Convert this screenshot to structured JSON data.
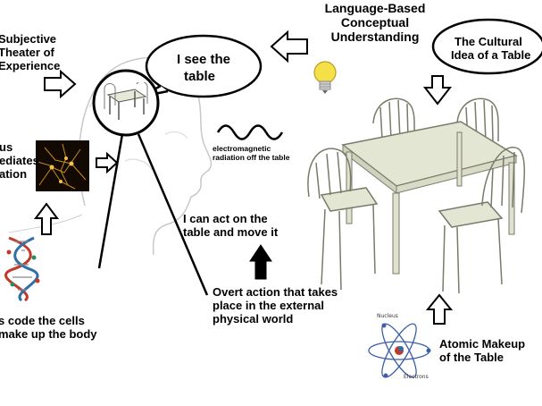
{
  "labels": {
    "subjective_theater": [
      "Subjective",
      "Theater of",
      "Experience"
    ],
    "language_based": [
      "Language-Based",
      "Conceptual",
      "Understanding"
    ],
    "cultural_idea": [
      "The Cultural",
      "Idea of a Table"
    ],
    "speech_bubble": [
      "I see the",
      "table"
    ],
    "em_radiation": [
      "electromagnetic",
      "radiation off the table"
    ],
    "neurons_partial": [
      "us",
      "ediates",
      "ation"
    ],
    "act_on_table": [
      "I can act on the",
      "table and move it"
    ],
    "overt_action": [
      "Overt action that takes",
      "place in the external",
      "physical world"
    ],
    "dna_partial": [
      "s code the cells",
      "make up the body"
    ],
    "atomic_makeup": [
      "Atomic Makeup",
      "of the Table"
    ],
    "nucleus": "Nucleus",
    "electrons": "Electrons"
  },
  "icons": [
    "lightbulb-icon",
    "arrow-right-icon",
    "arrow-left-icon",
    "arrow-down-icon",
    "arrow-up-icon",
    "wave-icon",
    "table-icon",
    "head-sketch",
    "neuron-image",
    "dna-image",
    "atom-icon"
  ],
  "colors": {
    "bulb": "#f5e04a",
    "neurons": "#d99a1e",
    "dna": "#c0392b",
    "atom_orbit": "#3b5fa8"
  }
}
